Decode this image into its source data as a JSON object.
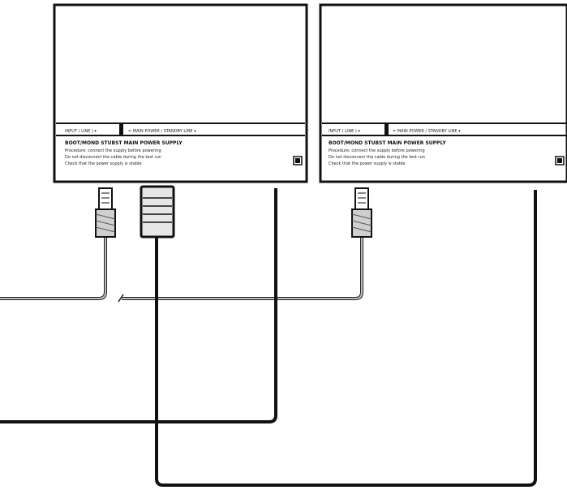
{
  "panels": [
    {
      "field_left": "INPUT ( LINE ) ▾",
      "field_right": "= MAIN POWER / STANDBY LINE ▾",
      "heading": "BOOT/MOND STUBST MAIN POWER SUPPLY",
      "lines": [
        "Procedure: connect the supply before powering",
        "Do not disconnect the cable during the test run",
        "Check that the power supply is stable"
      ]
    },
    {
      "field_left": "INPUT ( LINE ) ▾",
      "field_right": "= MAIN POWER / STANDBY LINE ▾",
      "heading": "BOOT/MOND STUBST MAIN POWER SUPPLY",
      "lines": [
        "Procedure: connect the supply before powering",
        "Do not disconnect the cable during the test run",
        "Check that the power supply is stable"
      ]
    }
  ],
  "colors": {
    "ink": "#111111",
    "plug_fill": "#cfcfcf",
    "shroud_fill": "#e6e6e6"
  }
}
